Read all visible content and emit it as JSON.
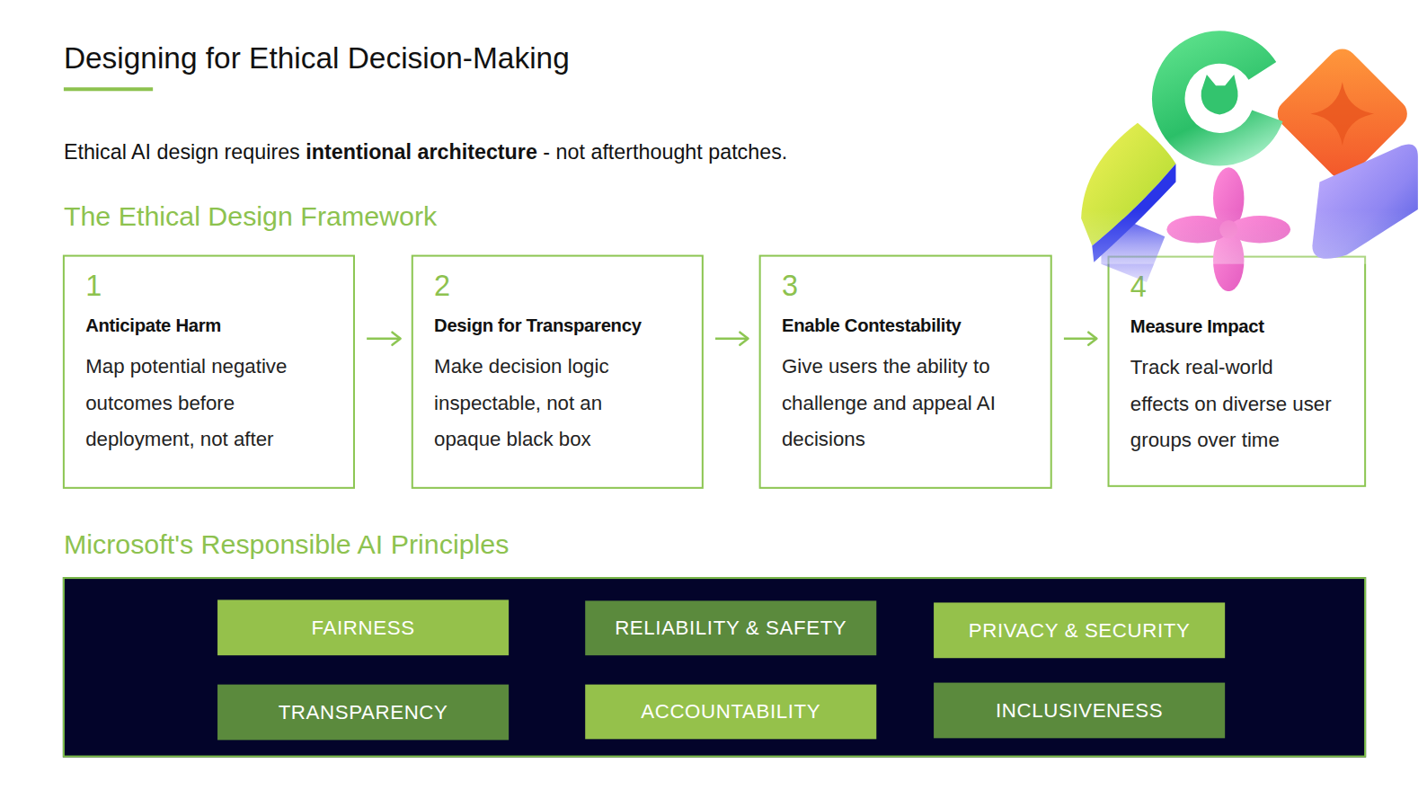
{
  "diagram": {
    "title": "Designing for Ethical Decision-Making",
    "nodes": [
      {
        "text": [
          "1",
          "Anticipate Harm",
          "Map potential negative outcomes before deployment, not after"
        ]
      },
      {
        "text": [
          "2",
          "Design for Transparency",
          "Make decision logic inspectable, not an opaque black box"
        ]
      },
      {
        "text": [
          "3",
          "Enable Contestability",
          "Give users the ability to challenge and appeal AI decisions"
        ]
      },
      {
        "text": [
          "4",
          "Measure Impact",
          "Track real-world effects on diverse user groups over time"
        ]
      },
      {
        "text": [
          "Microsoft's Responsible AI Principles"
        ]
      },
      {
        "text": [
          "FAIRNESS"
        ],
        "in": 4
      },
      {
        "text": [
          "RELIABILITY & SAFETY"
        ],
        "in": 4
      },
      {
        "text": [
          "PRIVACY & SECURITY"
        ],
        "in": 4
      },
      {
        "text": [
          "TRANSPARENCY"
        ],
        "in": 4
      },
      {
        "text": [
          "ACCOUNTABILITY"
        ],
        "in": 4
      },
      {
        "text": [
          "INCLUSIVENESS"
        ],
        "in": 4
      }
    ],
    "edges": [
      {
        "from": 0,
        "to": 1,
        "arrow": "to"
      },
      {
        "from": 1,
        "to": 2,
        "arrow": "to"
      },
      {
        "from": 2,
        "to": 3,
        "arrow": "to"
      }
    ],
    "labels": [
      "Ethical AI design requires",
      "intentional architecture",
      "- not afterthought patches.",
      "The Ethical Design Framework"
    ]
  }
}
